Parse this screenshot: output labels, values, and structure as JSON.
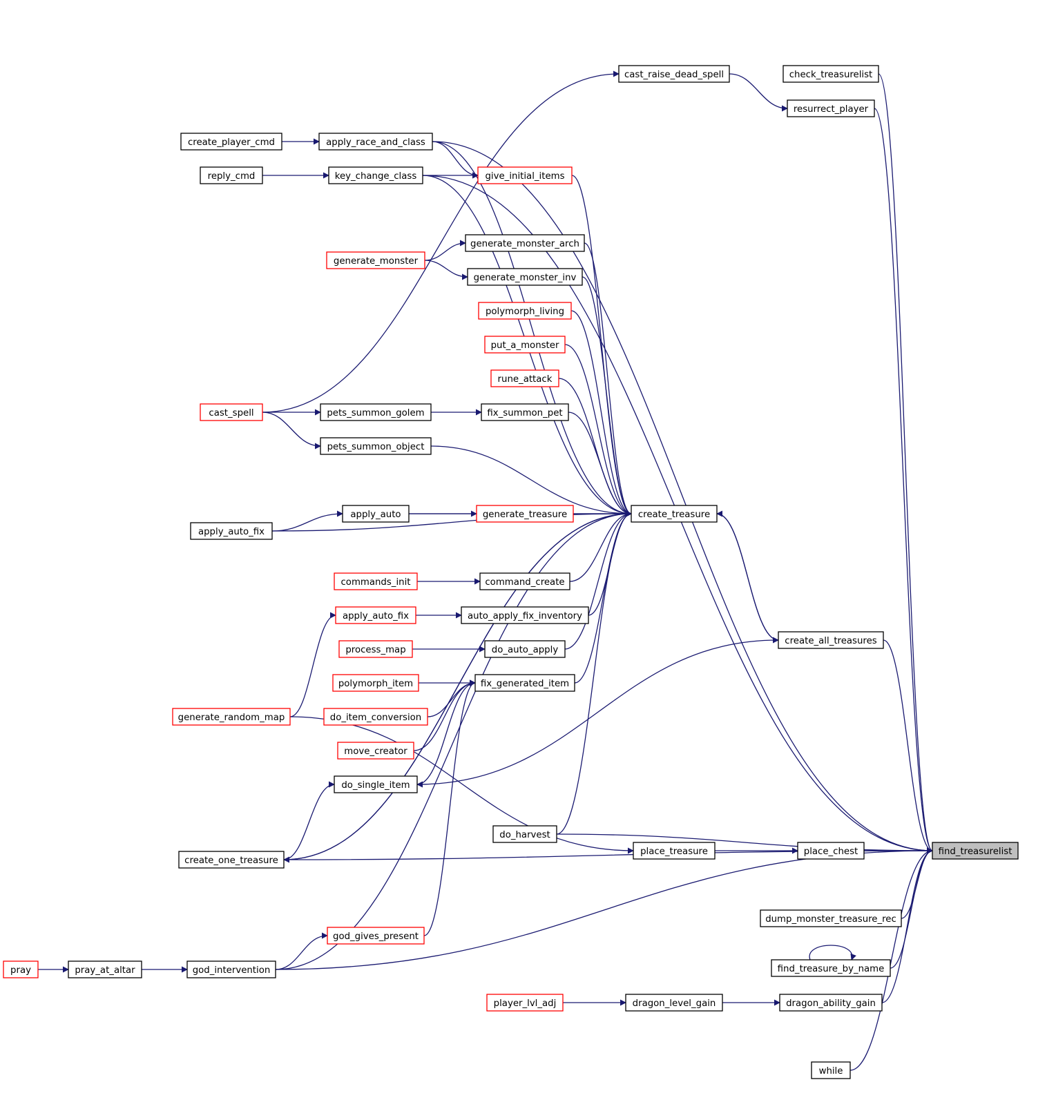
{
  "graph": {
    "colors": {
      "edge": "#191970",
      "border_default": "#000000",
      "border_highlight": "#ff0000",
      "fill_default": "#ffffff",
      "fill_focus": "#bfbfbf"
    },
    "nodes": [
      {
        "id": "find_treasurelist",
        "label": "find_treasurelist",
        "style": "focus"
      },
      {
        "id": "check_treasurelist",
        "label": "check_treasurelist",
        "style": "default"
      },
      {
        "id": "cast_raise_dead_spell",
        "label": "cast_raise_dead_spell",
        "style": "default"
      },
      {
        "id": "resurrect_player",
        "label": "resurrect_player",
        "style": "default"
      },
      {
        "id": "create_player_cmd",
        "label": "create_player_cmd",
        "style": "default"
      },
      {
        "id": "apply_race_and_class",
        "label": "apply_race_and_class",
        "style": "default"
      },
      {
        "id": "reply_cmd",
        "label": "reply_cmd",
        "style": "default"
      },
      {
        "id": "key_change_class",
        "label": "key_change_class",
        "style": "default"
      },
      {
        "id": "give_initial_items",
        "label": "give_initial_items",
        "style": "red"
      },
      {
        "id": "generate_monster_arch",
        "label": "generate_monster_arch",
        "style": "default"
      },
      {
        "id": "generate_monster",
        "label": "generate_monster",
        "style": "red"
      },
      {
        "id": "generate_monster_inv",
        "label": "generate_monster_inv",
        "style": "default"
      },
      {
        "id": "polymorph_living",
        "label": "polymorph_living",
        "style": "red"
      },
      {
        "id": "put_a_monster",
        "label": "put_a_monster",
        "style": "red"
      },
      {
        "id": "rune_attack",
        "label": "rune_attack",
        "style": "red"
      },
      {
        "id": "cast_spell",
        "label": "cast_spell",
        "style": "red"
      },
      {
        "id": "pets_summon_golem",
        "label": "pets_summon_golem",
        "style": "default"
      },
      {
        "id": "fix_summon_pet",
        "label": "fix_summon_pet",
        "style": "default"
      },
      {
        "id": "pets_summon_object",
        "label": "pets_summon_object",
        "style": "default"
      },
      {
        "id": "apply_auto",
        "label": "apply_auto",
        "style": "default"
      },
      {
        "id": "generate_treasure",
        "label": "generate_treasure",
        "style": "red"
      },
      {
        "id": "create_treasure",
        "label": "create_treasure",
        "style": "default"
      },
      {
        "id": "apply_auto_fix_top",
        "label": "apply_auto_fix",
        "style": "default"
      },
      {
        "id": "commands_init",
        "label": "commands_init",
        "style": "red"
      },
      {
        "id": "command_create",
        "label": "command_create",
        "style": "default"
      },
      {
        "id": "apply_auto_fix_red",
        "label": "apply_auto_fix",
        "style": "red"
      },
      {
        "id": "auto_apply_fix_inventory",
        "label": "auto_apply_fix_inventory",
        "style": "default"
      },
      {
        "id": "create_all_treasures",
        "label": "create_all_treasures",
        "style": "default"
      },
      {
        "id": "process_map",
        "label": "process_map",
        "style": "red"
      },
      {
        "id": "do_auto_apply",
        "label": "do_auto_apply",
        "style": "default"
      },
      {
        "id": "polymorph_item",
        "label": "polymorph_item",
        "style": "red"
      },
      {
        "id": "fix_generated_item",
        "label": "fix_generated_item",
        "style": "default"
      },
      {
        "id": "generate_random_map",
        "label": "generate_random_map",
        "style": "red"
      },
      {
        "id": "do_item_conversion",
        "label": "do_item_conversion",
        "style": "red"
      },
      {
        "id": "move_creator",
        "label": "move_creator",
        "style": "red"
      },
      {
        "id": "do_single_item",
        "label": "do_single_item",
        "style": "default"
      },
      {
        "id": "do_harvest",
        "label": "do_harvest",
        "style": "default"
      },
      {
        "id": "place_treasure",
        "label": "place_treasure",
        "style": "default"
      },
      {
        "id": "place_chest",
        "label": "place_chest",
        "style": "default"
      },
      {
        "id": "create_one_treasure",
        "label": "create_one_treasure",
        "style": "default"
      },
      {
        "id": "dump_monster_treasure_rec",
        "label": "dump_monster_treasure_rec",
        "style": "default"
      },
      {
        "id": "god_gives_present",
        "label": "god_gives_present",
        "style": "red"
      },
      {
        "id": "find_treasure_by_name",
        "label": "find_treasure_by_name",
        "style": "default"
      },
      {
        "id": "pray",
        "label": "pray",
        "style": "red"
      },
      {
        "id": "pray_at_altar",
        "label": "pray_at_altar",
        "style": "default"
      },
      {
        "id": "god_intervention",
        "label": "god_intervention",
        "style": "default"
      },
      {
        "id": "player_lvl_adj",
        "label": "player_lvl_adj",
        "style": "red"
      },
      {
        "id": "dragon_level_gain",
        "label": "dragon_level_gain",
        "style": "default"
      },
      {
        "id": "dragon_ability_gain",
        "label": "dragon_ability_gain",
        "style": "default"
      },
      {
        "id": "while",
        "label": "while",
        "style": "default"
      }
    ],
    "edges": [
      {
        "from": "check_treasurelist",
        "to": "find_treasurelist"
      },
      {
        "from": "resurrect_player",
        "to": "find_treasurelist"
      },
      {
        "from": "cast_raise_dead_spell",
        "to": "resurrect_player"
      },
      {
        "from": "cast_spell",
        "to": "cast_raise_dead_spell"
      },
      {
        "from": "apply_race_and_class",
        "to": "find_treasurelist"
      },
      {
        "from": "create_player_cmd",
        "to": "apply_race_and_class"
      },
      {
        "from": "key_change_class",
        "to": "find_treasurelist"
      },
      {
        "from": "reply_cmd",
        "to": "key_change_class"
      },
      {
        "from": "apply_race_and_class",
        "to": "give_initial_items"
      },
      {
        "from": "key_change_class",
        "to": "give_initial_items"
      },
      {
        "from": "give_initial_items",
        "to": "create_treasure"
      },
      {
        "from": "apply_race_and_class",
        "to": "create_treasure"
      },
      {
        "from": "key_change_class",
        "to": "create_treasure"
      },
      {
        "from": "generate_monster",
        "to": "generate_monster_arch"
      },
      {
        "from": "generate_monster",
        "to": "generate_monster_inv"
      },
      {
        "from": "generate_monster_arch",
        "to": "create_treasure"
      },
      {
        "from": "generate_monster_inv",
        "to": "create_treasure"
      },
      {
        "from": "polymorph_living",
        "to": "create_treasure"
      },
      {
        "from": "put_a_monster",
        "to": "create_treasure"
      },
      {
        "from": "rune_attack",
        "to": "create_treasure"
      },
      {
        "from": "cast_spell",
        "to": "pets_summon_golem"
      },
      {
        "from": "cast_spell",
        "to": "pets_summon_object"
      },
      {
        "from": "pets_summon_golem",
        "to": "fix_summon_pet"
      },
      {
        "from": "fix_summon_pet",
        "to": "create_treasure"
      },
      {
        "from": "pets_summon_object",
        "to": "create_treasure"
      },
      {
        "from": "apply_auto_fix_top",
        "to": "apply_auto"
      },
      {
        "from": "apply_auto",
        "to": "generate_treasure"
      },
      {
        "from": "generate_treasure",
        "to": "create_treasure"
      },
      {
        "from": "apply_auto",
        "to": "create_treasure"
      },
      {
        "from": "apply_auto_fix_top",
        "to": "create_treasure"
      },
      {
        "from": "commands_init",
        "to": "command_create"
      },
      {
        "from": "command_create",
        "to": "create_treasure"
      },
      {
        "from": "generate_random_map",
        "to": "apply_auto_fix_red"
      },
      {
        "from": "apply_auto_fix_red",
        "to": "auto_apply_fix_inventory"
      },
      {
        "from": "auto_apply_fix_inventory",
        "to": "create_treasure"
      },
      {
        "from": "process_map",
        "to": "do_auto_apply"
      },
      {
        "from": "do_auto_apply",
        "to": "create_treasure"
      },
      {
        "from": "polymorph_item",
        "to": "fix_generated_item"
      },
      {
        "from": "do_item_conversion",
        "to": "fix_generated_item"
      },
      {
        "from": "move_creator",
        "to": "fix_generated_item"
      },
      {
        "from": "do_single_item",
        "to": "fix_generated_item"
      },
      {
        "from": "god_gives_present",
        "to": "fix_generated_item"
      },
      {
        "from": "fix_generated_item",
        "to": "create_treasure"
      },
      {
        "from": "create_treasure",
        "to": "create_all_treasures"
      },
      {
        "from": "create_all_treasures",
        "to": "create_treasure"
      },
      {
        "from": "create_all_treasures",
        "to": "find_treasurelist"
      },
      {
        "from": "create_all_treasures",
        "to": "do_single_item"
      },
      {
        "from": "create_one_treasure",
        "to": "create_treasure"
      },
      {
        "from": "create_treasure",
        "to": "create_one_treasure"
      },
      {
        "from": "create_one_treasure",
        "to": "do_single_item"
      },
      {
        "from": "create_one_treasure",
        "to": "find_treasurelist"
      },
      {
        "from": "do_harvest",
        "to": "create_treasure"
      },
      {
        "from": "do_harvest",
        "to": "find_treasurelist"
      },
      {
        "from": "generate_random_map",
        "to": "place_treasure"
      },
      {
        "from": "place_treasure",
        "to": "place_chest"
      },
      {
        "from": "place_chest",
        "to": "find_treasurelist"
      },
      {
        "from": "dump_monster_treasure_rec",
        "to": "find_treasurelist"
      },
      {
        "from": "find_treasure_by_name",
        "to": "find_treasurelist"
      },
      {
        "from": "find_treasure_by_name",
        "to": "find_treasure_by_name"
      },
      {
        "from": "god_intervention",
        "to": "god_gives_present"
      },
      {
        "from": "god_intervention",
        "to": "create_treasure"
      },
      {
        "from": "god_intervention",
        "to": "find_treasurelist"
      },
      {
        "from": "pray_at_altar",
        "to": "god_intervention"
      },
      {
        "from": "pray",
        "to": "pray_at_altar"
      },
      {
        "from": "player_lvl_adj",
        "to": "dragon_level_gain"
      },
      {
        "from": "dragon_level_gain",
        "to": "dragon_ability_gain"
      },
      {
        "from": "dragon_ability_gain",
        "to": "find_treasurelist"
      },
      {
        "from": "while",
        "to": "find_treasurelist"
      }
    ]
  }
}
